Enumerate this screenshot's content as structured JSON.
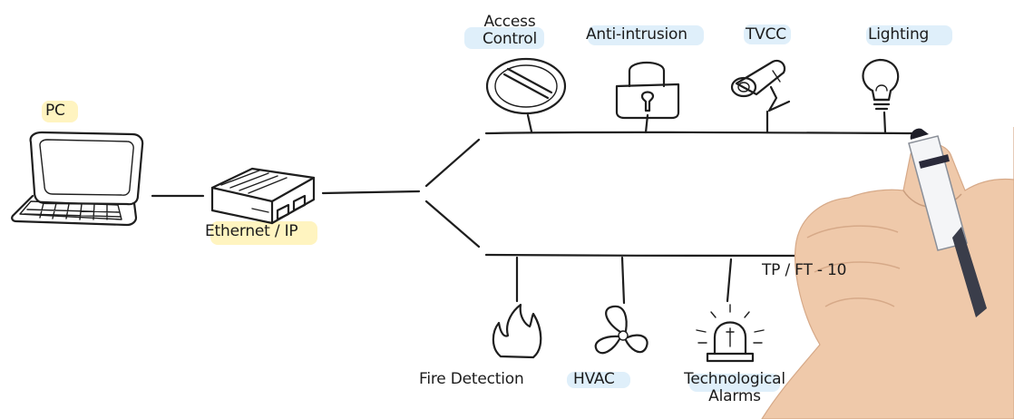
{
  "pc": {
    "label": "PC"
  },
  "gateway": {
    "label": "Ethernet / IP"
  },
  "bus": {
    "label": "TP / FT - 10"
  },
  "top_devices": [
    {
      "label_line1": "Access",
      "label_line2": "Control",
      "icon": "valve-icon"
    },
    {
      "label_line1": "Anti-intrusion",
      "icon": "padlock-icon"
    },
    {
      "label_line1": "TVCC",
      "icon": "cctv-camera-icon"
    },
    {
      "label_line1": "Lighting",
      "icon": "light-bulb-icon"
    }
  ],
  "bottom_devices": [
    {
      "label_line1": "Fire Detection",
      "icon": "flame-icon"
    },
    {
      "label_line1": "HVAC",
      "icon": "fan-icon"
    },
    {
      "label_line1": "Technological",
      "label_line2": "Alarms",
      "icon": "siren-icon"
    }
  ],
  "colors": {
    "ink": "#1e1e1e",
    "highlight_yellow": "#ffec96",
    "highlight_blue": "#c4e2f5",
    "skin": "#efc9aa"
  }
}
